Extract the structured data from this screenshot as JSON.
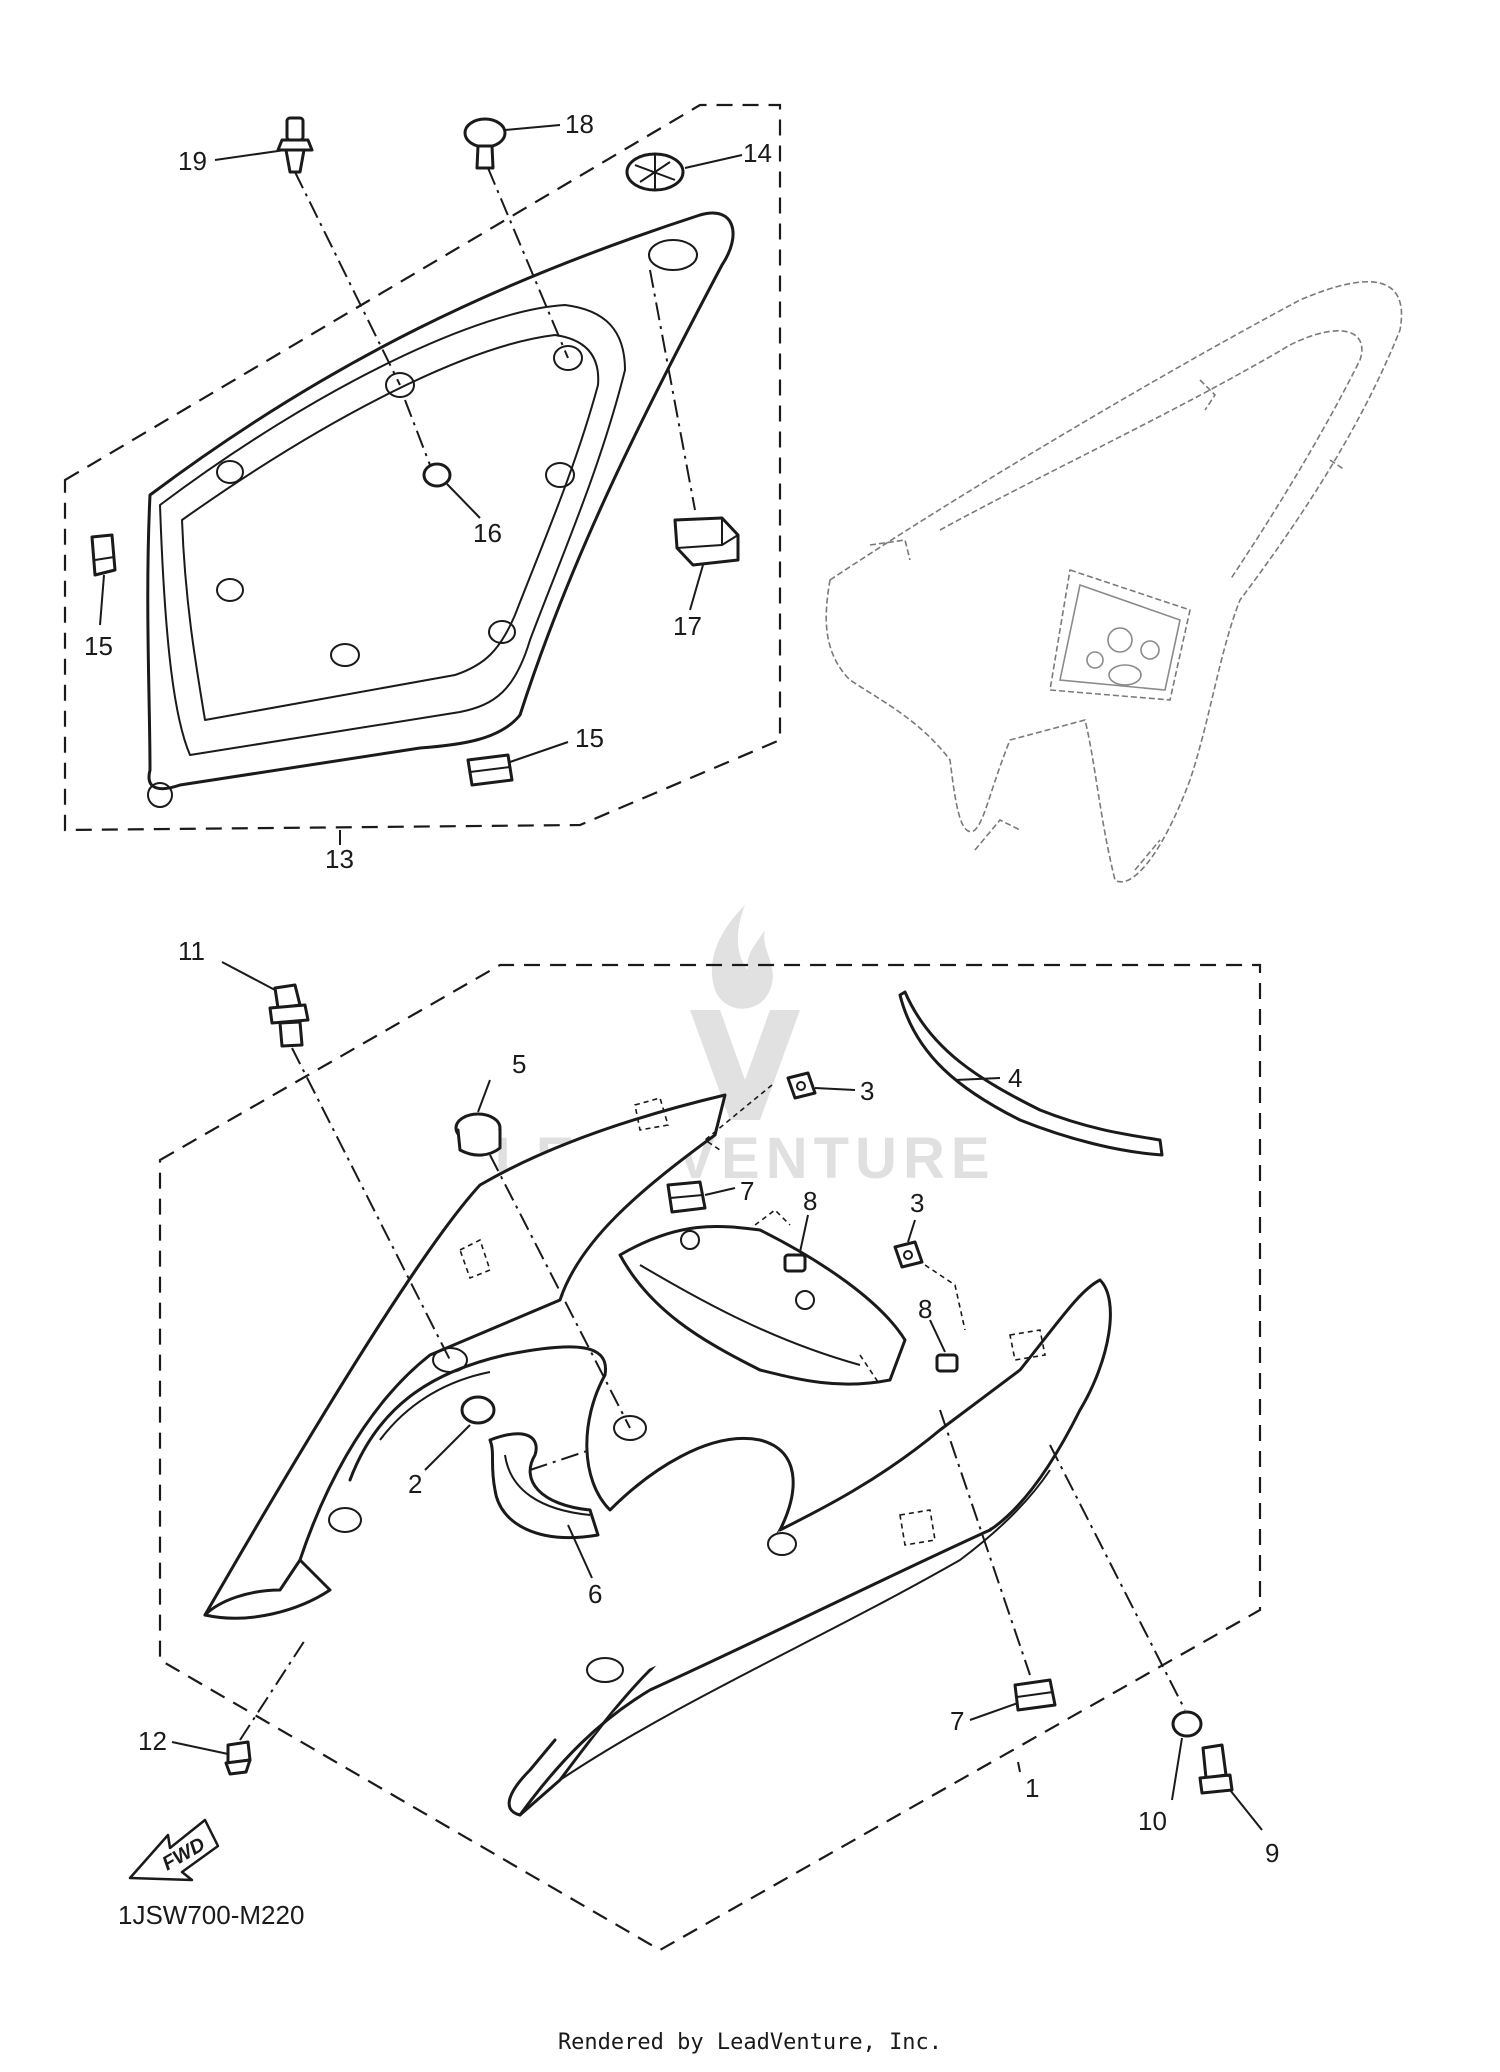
{
  "diagram_code": "1JSW700-M220",
  "render_credit": "Rendered by LeadVenture, Inc.",
  "watermark_text": "LEADVENTURE",
  "fwd_label": "FWD",
  "callouts": {
    "c1": "1",
    "c2": "2",
    "c3a": "3",
    "c3b": "3",
    "c4": "4",
    "c5": "5",
    "c6": "6",
    "c7a": "7",
    "c7b": "7",
    "c8a": "8",
    "c8b": "8",
    "c9": "9",
    "c10": "10",
    "c11": "11",
    "c12": "12",
    "c13": "13",
    "c14": "14",
    "c15a": "15",
    "c15b": "15",
    "c16": "16",
    "c17": "17",
    "c18": "18",
    "c19": "19"
  }
}
